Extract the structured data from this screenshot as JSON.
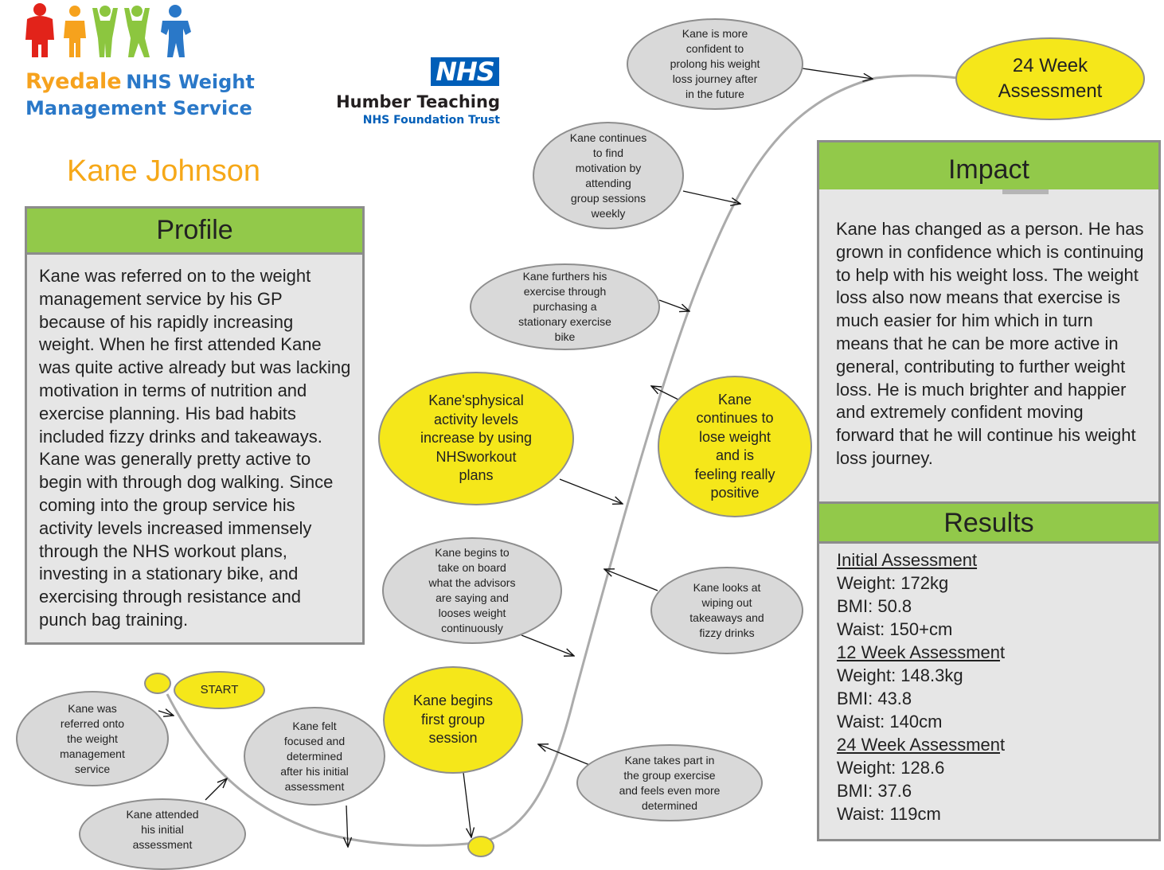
{
  "logo": {
    "title_part1": "Ryedale",
    "title_part2": "NHS Weight",
    "title_line2": "Management Service",
    "figure_colors": [
      "#e2231a",
      "#f6a21d",
      "#8cc63f",
      "#8cc63f",
      "#2a78c8"
    ]
  },
  "nhs_logo": {
    "badge": "NHS",
    "trust_name": "Humber Teaching",
    "trust_sub": "NHS Foundation Trust"
  },
  "person_name": "Kane Johnson",
  "profile": {
    "heading": "Profile",
    "text": "Kane was referred on to the weight management service by his GP because of his rapidly increasing weight. When he first attended Kane was quite active already but was lacking motivation in terms of nutrition and exercise planning. His bad habits included fizzy drinks and takeaways. Kane was generally pretty active to begin with through dog walking. Since coming into the group service his activity levels increased immensely through the NHS workout plans, investing in a stationary bike, and exercising through resistance and punch bag training."
  },
  "impact": {
    "heading": "Impact",
    "text": "Kane has changed as a person. He has grown in confidence which is continuing to help with his weight loss. The weight loss also now means that exercise is much easier for him which in turn means that he can be more active in general, contributing to further weight loss. He is much brighter and happier and extremely confident moving forward that he will continue his weight loss journey."
  },
  "results": {
    "heading": "Results",
    "initial": {
      "title": "Initial Assessment",
      "weight": "Weight: 172kg",
      "bmi": "BMI: 50.8",
      "waist": "Waist: 150+cm"
    },
    "week12": {
      "title": "12 Week Assessmen",
      "title_tail": "t",
      "weight": "Weight: 148.3kg",
      "bmi": "BMI: 43.8",
      "waist": "Waist: 140cm"
    },
    "week24": {
      "title": "24 Week Assessmen",
      "title_tail": "t",
      "weight": "Weight: 128.6",
      "bmi": "BMI: 37.6",
      "waist": "Waist: 119cm"
    }
  },
  "journey": {
    "start": "START",
    "end": [
      "24 Week",
      "Assessment"
    ],
    "referred": [
      "Kane was",
      "referred onto",
      "the weight",
      "management",
      "service"
    ],
    "attended": [
      "Kane attended",
      "his initial",
      "assessment"
    ],
    "felt_focused": [
      "Kane felt",
      "focused and",
      "determined",
      "after his initial",
      "assessment"
    ],
    "first_group": [
      "Kane begins",
      "first group",
      "session"
    ],
    "takes_part": [
      "Kane takes part in",
      "the group exercise",
      "and feels even more",
      "determined"
    ],
    "advisors": [
      "Kane begins to",
      "take on board",
      "what the advisors",
      "are saying and",
      "looses weight",
      "continuously"
    ],
    "wiping_out": [
      "Kane looks at",
      "wiping out",
      "takeaways and",
      "fizzy drinks"
    ],
    "physical_activity": [
      "Kane'sphysical",
      "activity levels",
      "increase by using",
      "NHSworkout",
      "plans"
    ],
    "continues_lose": [
      "Kane",
      "continues to",
      "lose weight",
      "and is",
      "feeling really",
      "positive"
    ],
    "exercise_bike": [
      "Kane furthers his",
      "exercise through",
      "purchasing a",
      "stationary exercise",
      "bike"
    ],
    "motivation": [
      "Kane continues",
      "to find",
      "motivation by",
      "attending",
      "group sessions",
      "weekly"
    ],
    "confident": [
      "Kane is more",
      "confident to",
      "prolong his weight",
      "loss journey after",
      "in the future"
    ]
  },
  "colors": {
    "panel_header_green": "#92c94a",
    "panel_fill_grey": "#e6e6e6",
    "bubble_grey": "#d9d9d9",
    "bubble_yellow": "#f5e71a",
    "name_orange": "#f6a818"
  }
}
